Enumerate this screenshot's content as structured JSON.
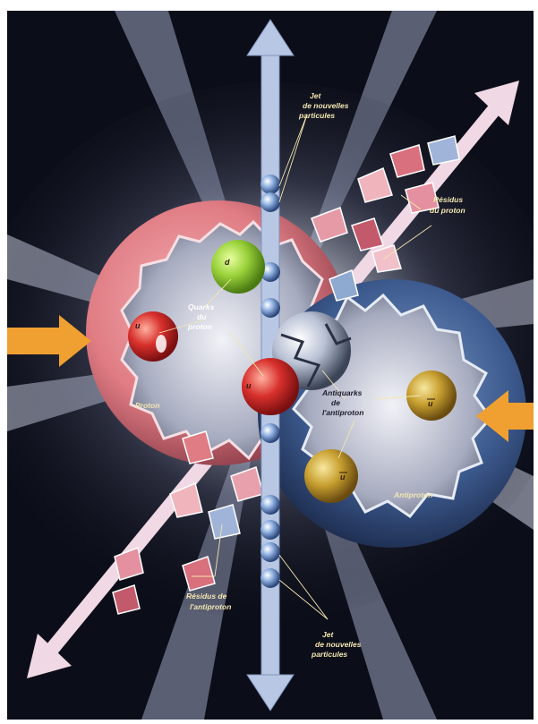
{
  "colors": {
    "background": "#0b0d18",
    "proton": "#e07c84",
    "antiproton": "#3c5a8e",
    "axis_arrow": "#b8c8e4",
    "orange_arrow": "#f0a030",
    "quark_green": "#9ad23a",
    "quark_red": "#d8302c",
    "antiquark_gold": "#c8a030",
    "label_text": "#f3e6b0"
  },
  "labels": {
    "jet_top": [
      "Jet",
      "de nouvelles",
      "particules"
    ],
    "residus_proton": [
      "Résidus",
      "du proton"
    ],
    "quarks_proton": [
      "Quarks",
      "du",
      "proton"
    ],
    "proton": "Proton",
    "antiquarks": [
      "Antiquarks",
      "de",
      "l'antiproton"
    ],
    "antiproton": "Antiproton",
    "residus_antiproton": [
      "Résidus de",
      "l'antiproton"
    ],
    "jet_bottom": [
      "Jet",
      "de nouvelles",
      "particules"
    ]
  },
  "quarks": {
    "green": "d",
    "left_red": "u",
    "center_red": "u"
  },
  "antiquarks": {
    "right": "u",
    "bottom": "u"
  },
  "icons": {
    "left_arrow": "arrow-right-icon",
    "right_arrow": "arrow-left-icon",
    "vertical_axis": "arrow-up-down-icon",
    "diagonal_axis": "arrow-diagonal-icon"
  }
}
